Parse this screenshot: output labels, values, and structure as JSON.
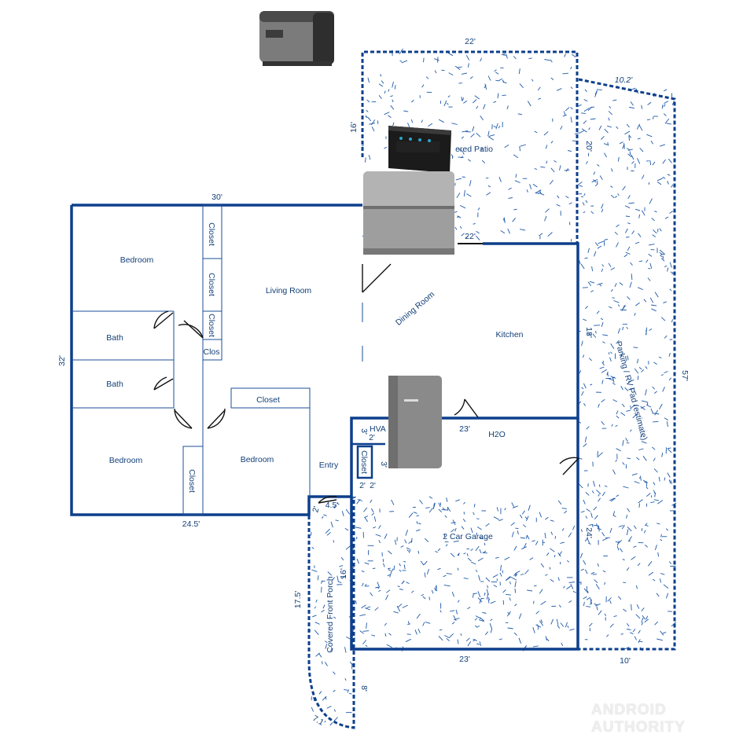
{
  "rooms": {
    "bedroom_1": "Bedroom",
    "living_room": "Living Room",
    "dining_room": "Dining Room",
    "kitchen": "Kitchen",
    "bath_1": "Bath",
    "bath_2": "Bath",
    "bedroom_2": "Bedroom",
    "bedroom_3": "Bedroom",
    "closet_1": "Closet",
    "closet_2": "Closet",
    "closet_3": "Closet",
    "closet_4": "Clos",
    "closet_5": "Closet",
    "closet_6": "Closet",
    "closet_7": "Closet",
    "entry": "Entry",
    "hvac": "HVA",
    "water": "H2O",
    "covered_patio": "ered Patio",
    "garage": "2 Car Garage",
    "front_porch": "Covered Front Porch",
    "parking": "Parking / RV Pad (estimate)"
  },
  "dimensions": {
    "patio_width": "22'",
    "patio_depth": "16'",
    "patio_lower": "22'",
    "rv_top": "10.2'",
    "rv_upper": "20'",
    "house_top": "30'",
    "house_left": "32'",
    "house_bottom": "24.5'",
    "kitchen_right": "18'",
    "rv_length": "57'",
    "kitchen_bottom": "23'",
    "hvac_a": "3'",
    "hvac_b": "2'",
    "closet_w": "3'",
    "closet_b": "2'",
    "closet_c": "2'",
    "entry_w": "4.5'",
    "entry_b": "2'",
    "garage_side": "16'",
    "garage_right": "24'",
    "porch_len": "17.5'",
    "garage_bottom": "23'",
    "rv_bottom": "10'",
    "porch_low": "8'",
    "porch_tip": "7.1'"
  },
  "watermark": "ANDROID AUTHORITY",
  "colors": {
    "wall": "#0d3f8c",
    "label": "#123f78"
  },
  "icons": [
    "portable-power-station-icon",
    "inverter-unit-icon",
    "battery-stack-icon",
    "wall-battery-icon"
  ]
}
